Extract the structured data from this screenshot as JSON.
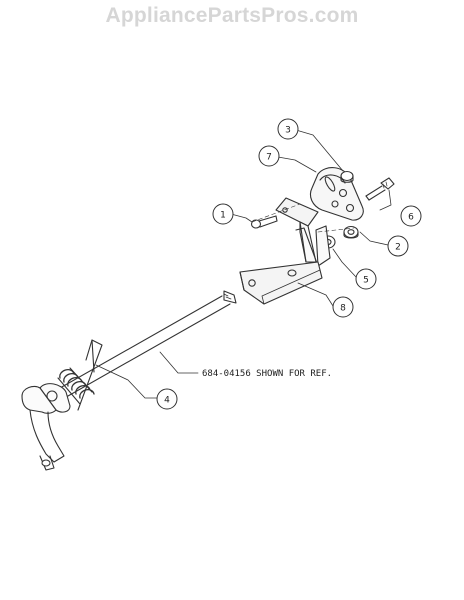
{
  "watermark": "AppliancePartsPros.com",
  "callouts": [
    "1",
    "2",
    "3",
    "4",
    "5",
    "6",
    "7",
    "8"
  ],
  "reference_note": "684-04156 SHOWN FOR REF."
}
